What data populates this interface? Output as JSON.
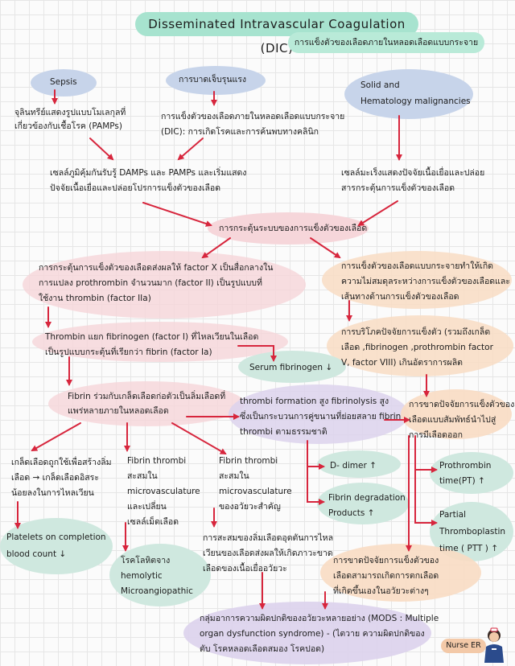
{
  "title": "Disseminated Intravascular Coagulation (DIC)",
  "subtitle": "การแข็งตัวของเลือดภายในหลอดเลือดแบบกระจาย",
  "nodes": {
    "sepsis": "Sepsis",
    "trauma": "การบาดเจ็บรุนแรง",
    "solid": "Solid and\nHematology malignancies",
    "pamps": "จุลินทรีย์แสดงรูปแบบโมเลกุลที่\nเกี่ยวข้องกับเชื้อโรค (PAMPs)",
    "trauma_dic": "การแข็งตัวของเลือดภายในหลอดเลือดแบบกระจาย\n(DIC): การเกิดโรคและการค้นพบทางคลินิก",
    "immune": "เซลล์ภูมิคุ้มกันรับรู้ DAMPs และ PAMPs และเริ่มแสดง\nปัจจัยเนื้อเยื่อและปล่อยโปรการแข็งตัวของเลือด",
    "cancer_tf": "เซลล์มะเร็งแสดงปัจจัยเนื้อเยื่อและปล่อย\nสารกระตุ้นการแข็งตัวของเลือด",
    "activation": "การกระตุ้นระบบของการแข็งตัวของเลือด",
    "factor_x": "การกระตุ้นการแข็งตัวของเลือดส่งผลให้ factor X เป็นสื่อกลางใน\nการแปลง prothrombin จำนวนมาก (factor II) เป็นรูปแบบที่\nใช้งาน thrombin (factor IIa)",
    "imbalance": "การแข็งตัวของเลือดแบบกระจายทำให้เกิด\nความไม่สมดุลระหว่างการแข็งตัวของเลือดและ\nเส้นทางต้านการแข็งตัวของเลือด",
    "consumption": "การบริโภคปัจจัยการแข็งตัว (รวมถึงเกล็ด\nเลือด ,fibrinogen ,prothrombin factor\nV, factor VIII) เกินอัตราการผลิต",
    "thrombin": "Thrombin แยก fibrinogen (factor I) ที่ไหลเวียนในเลือด\nเป็นรูปแบบกระตุ้นที่เรียกว่า fibrin (factor Ia)",
    "serum_fib": "Serum fibrinogen ↓",
    "fibrin_clot": "Fibrin ร่วมกับเกล็ดเลือดก่อตัวเป็นลิ่มเลือดที่\nแพร่หลายภายในหลอดเลือด",
    "thrombi_formation": "thrombi formation สูง  fibrinolysis สูง\nซึ่งเป็นกระบวนการคู่ขนานที่ย่อยสลาย fibrin\nthrombi ตามธรรมชาติ",
    "bleeding": "การขาดปัจจัยการแข็งตัวของ\nเลือดแบบสัมพัทธ์นำไปสู่\nการมีเลือดออก",
    "platelet_trap": "เกล็ดเลือดถูกใช้เพื่อสร้างลิ่ม\nเลือด → เกล็ดเลือดอิสระ\nน้อยลงในการไหลเวียน",
    "fibrin_micro1": "Fibrin thrombi\nสะสมใน\nmicrovasculature\nและเปลี่ยน\nเซลล์เม็ดเลือด",
    "fibrin_micro2": "Fibrin thrombi\nสะสมใน\nmicrovasculature\nของอวัยวะสำคัญ",
    "d_dimer": "D- dimer ↑",
    "fdp": "Fibrin degradation\nProducts ↑",
    "pt": "Prothrombin\ntime(PT) ↑",
    "ptt": "Partial\nThromboplastin\ntime ( PTT ) ↑",
    "platelets": "Platelets on completion\nblood count ↓",
    "mha": "โรคโลหิตจาง\nhemolytic\nMicroangiopathic",
    "ischemia": "การสะสมของลิ่มเลือดอุดตันการไหล\nเวียนของเลือดส่งผลให้เกิดภาวะขาด\nเลือดของเนื้อเยื่ออวัยวะ",
    "organ_bleed": "การขาดปัจจัยการแข็งตัวของ\nเลือดสามารถเกิดการตกเลือด\nที่เกิดขึ้นเองในอวัยวะต่างๆ",
    "mods": "กลุ่มอาการความผิดปกติของอวัยวะหลายอย่าง (MODS : Multiple\norgan dysfunction syndrome) - (ไตวาย ความผิดปกติของ\nตับ โรคหลอดเลือดสมอง โรคปอด)"
  },
  "logo": "Nurse ER",
  "colors": {
    "arrow": "#d7263d",
    "title_bg": "#a7e3cf",
    "blue_blob": "#c7d4ea",
    "pink_blob": "#f6d6da",
    "peach_blob": "#f8dcc3",
    "mint_blob": "#cfe8df",
    "lavender_blob": "#dcd2ec"
  }
}
